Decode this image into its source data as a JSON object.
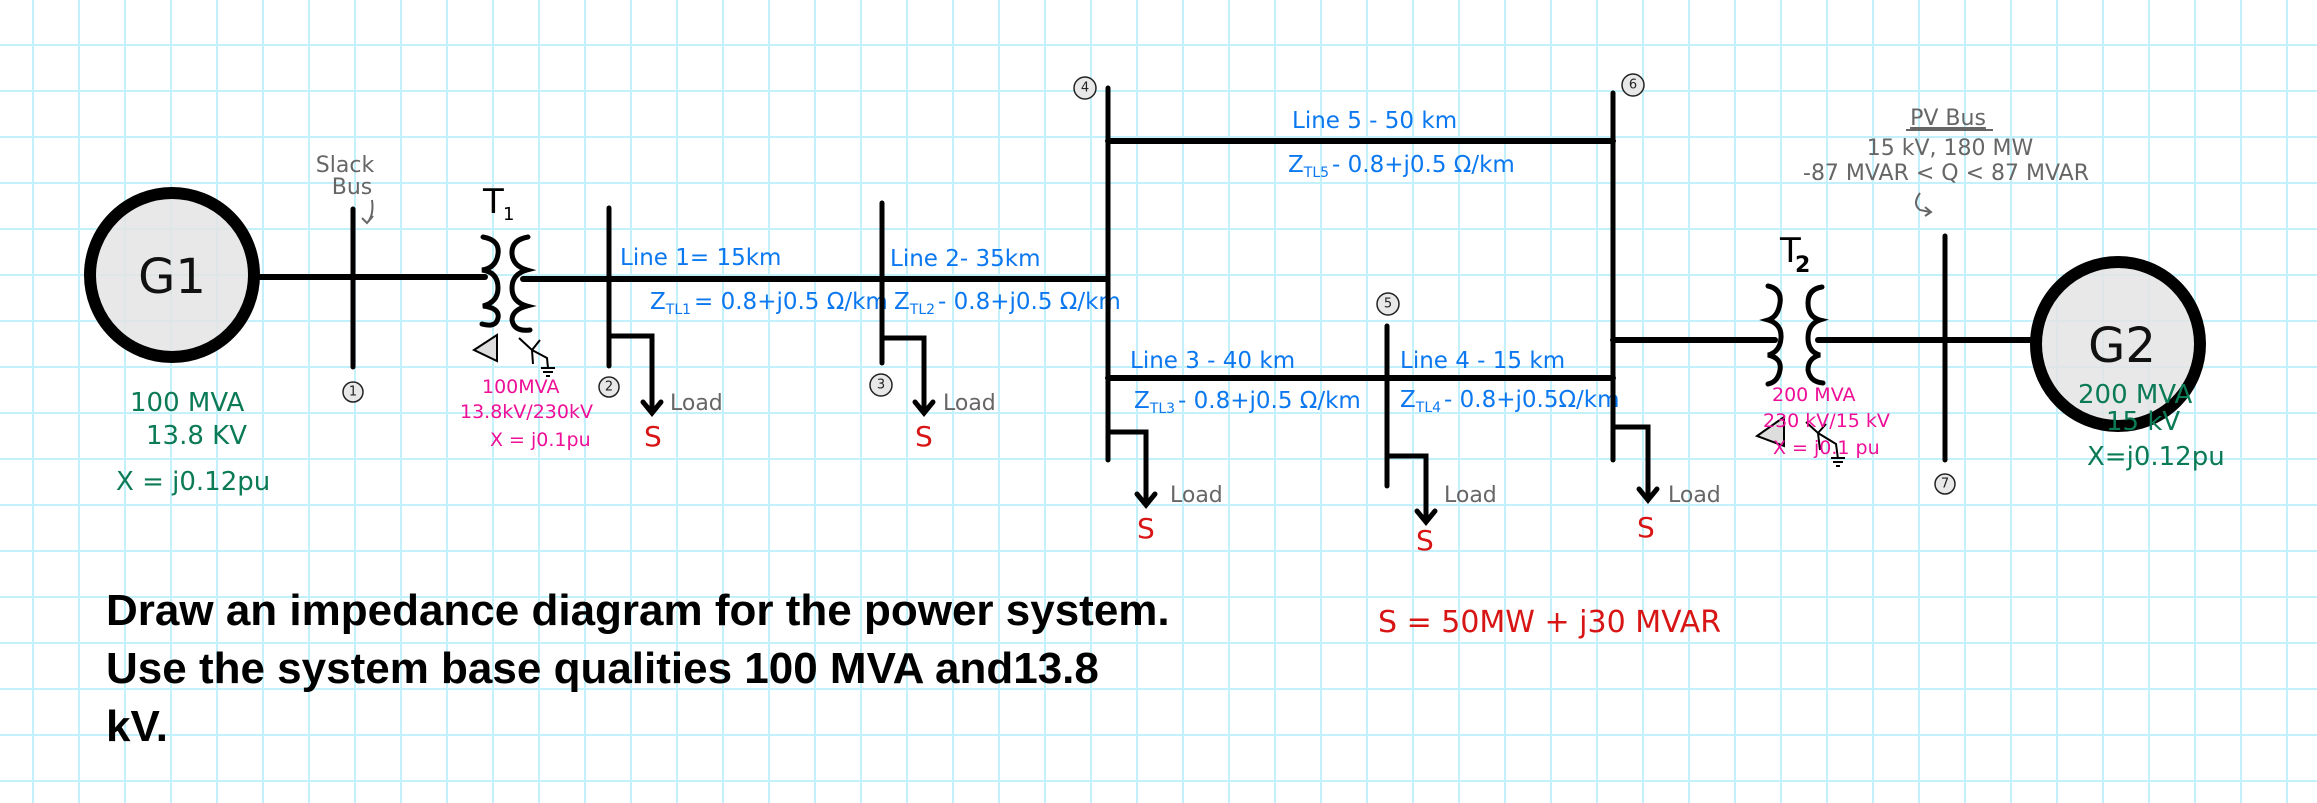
{
  "diagram": {
    "title": "One-line diagram of a 7-bus power system",
    "generators": [
      {
        "id": "G1",
        "label": "G1",
        "rating": "100 MVA",
        "voltage": "13.8 KV",
        "reactance": "X = j0.12pu"
      },
      {
        "id": "G2",
        "label": "G2",
        "rating": "200 MVA",
        "voltage": "15 kV",
        "reactance": "X=j0.12pu"
      }
    ],
    "transformers": [
      {
        "id": "T1",
        "label": "T",
        "subscript": "1",
        "rating": "100MVA",
        "voltage": "13.8kV/230kV",
        "reactance": "X = j0.1pu",
        "connection": "Delta-Wye grounded"
      },
      {
        "id": "T2",
        "label": "T",
        "subscript": "2",
        "rating": "200 MVA",
        "voltage": "230 kV/15 kV",
        "reactance": "X = j0.1 pu",
        "connection": "Delta-Wye grounded"
      }
    ],
    "buses": [
      {
        "number": "1"
      },
      {
        "number": "2"
      },
      {
        "number": "3"
      },
      {
        "number": "4"
      },
      {
        "number": "5"
      },
      {
        "number": "6"
      },
      {
        "number": "7"
      }
    ],
    "slack_bus": {
      "line1": "Slack",
      "line2": "Bus",
      "arrow": "arrow-icon"
    },
    "pv_bus": {
      "title": "PV Bus",
      "spec": "15 kV, 180 MW",
      "q_limits": "-87 MVAR < Q < 87 MVAR",
      "arrow": "arrow-icon"
    },
    "lines": [
      {
        "id": "line1",
        "label": "Line 1= 15km",
        "impedance_prefix": "Z",
        "impedance_sub": "TL1",
        "impedance": "= 0.8+j0.5 Ω/km"
      },
      {
        "id": "line2",
        "label": "Line 2- 35km",
        "impedance_prefix": "Z",
        "impedance_sub": "TL2",
        "impedance": "- 0.8+j0.5 Ω/km"
      },
      {
        "id": "line3",
        "label": "Line 3 - 40 km",
        "impedance_prefix": "Z",
        "impedance_sub": "TL3",
        "impedance": "- 0.8+j0.5 Ω/km"
      },
      {
        "id": "line4",
        "label": "Line 4 - 15 km",
        "impedance_prefix": "Z",
        "impedance_sub": "TL4",
        "impedance": "- 0.8+j0.5Ω/km"
      },
      {
        "id": "line5",
        "label": "Line 5 - 50 km",
        "impedance_prefix": "Z",
        "impedance_sub": "TL5",
        "impedance": "- 0.8+j0.5 Ω/km"
      }
    ],
    "loads": [
      {
        "bus": "2",
        "label": "Load",
        "symbol": "S"
      },
      {
        "bus": "3",
        "label": "Load",
        "symbol": "S"
      },
      {
        "bus": "4",
        "label": "Load",
        "symbol": "S"
      },
      {
        "bus": "5",
        "label": "Load",
        "symbol": "S"
      },
      {
        "bus": "6",
        "label": "Load",
        "symbol": "S"
      }
    ],
    "load_definition": "S = 50MW + j30 MVAR",
    "colors": {
      "grid": "#c3f1fb",
      "line_text": "#0b78f0",
      "generator_text": "#0b7a56",
      "transformer_text": "#ee0f98",
      "load_text": "#d81515",
      "annotation_text": "#666666",
      "generator_fill": "#e4e4e4"
    }
  },
  "question": {
    "line1": "Draw an impedance diagram for the power system.",
    "line2": "Use the system base qualities 100 MVA and13.8",
    "line3": "kV."
  }
}
